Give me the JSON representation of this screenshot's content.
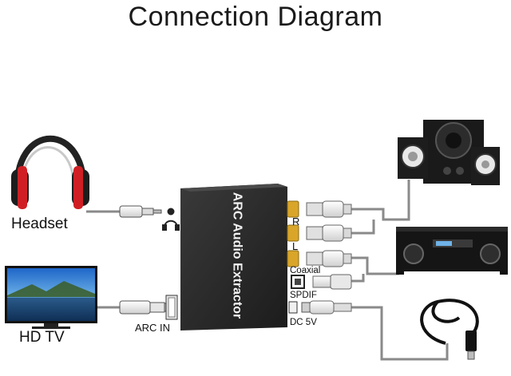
{
  "title": "Connection Diagram",
  "device": {
    "name": "ARC Audio Extractor"
  },
  "labels": {
    "headset": "Headset",
    "hdtv": "HD TV",
    "arc_in": "ARC IN",
    "right": "R",
    "left": "L",
    "coaxial": "Coaxial",
    "spdif": "SPDIF",
    "dc5v": "DC 5V"
  },
  "colors": {
    "device_body": "#2b2b2b",
    "rca_gold": "#d9a62a",
    "wire": "#8a8a8a"
  }
}
